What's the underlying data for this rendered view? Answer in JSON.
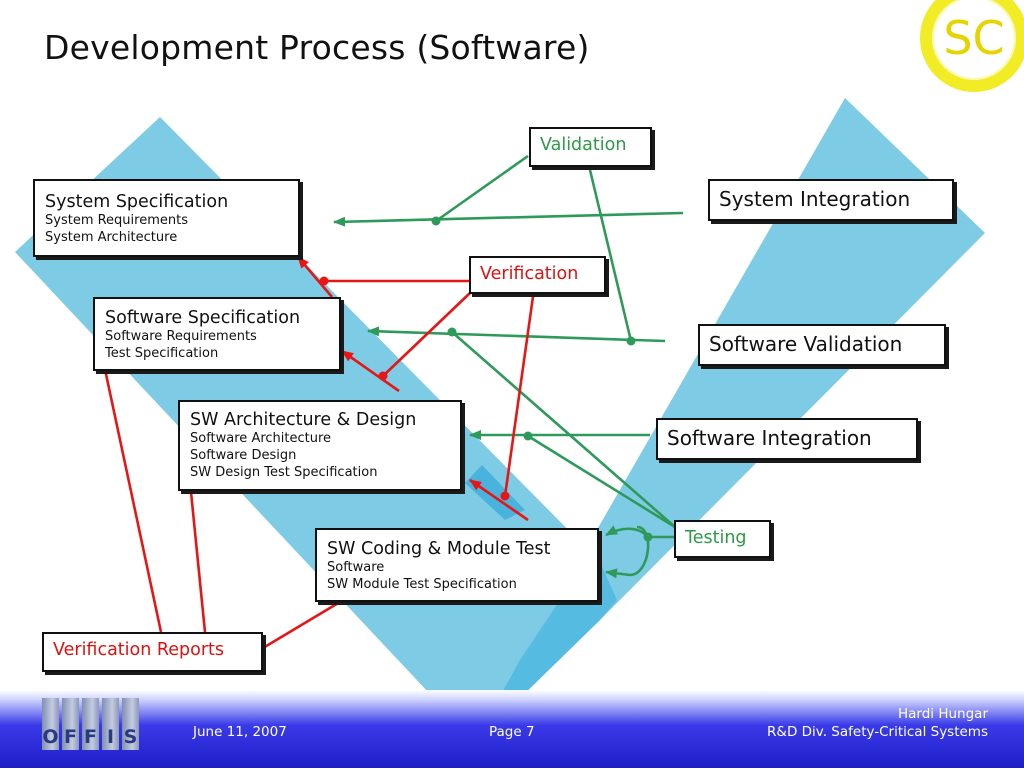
{
  "title": "Development Process (Software)",
  "logo": {
    "text": "SC",
    "ring_color": "#f4ef2a",
    "text_color": "#e6d200"
  },
  "boxes": {
    "system_spec": {
      "title": "System Specification",
      "lines": [
        "System Requirements",
        "System Architecture"
      ]
    },
    "software_spec": {
      "title": "Software Specification",
      "lines": [
        "Software Requirements",
        "Test Specification"
      ]
    },
    "sw_arch": {
      "title": "SW Architecture & Design",
      "lines": [
        "Software Architecture",
        "Software Design",
        "SW Design Test Specification"
      ]
    },
    "sw_coding": {
      "title": "SW Coding & Module Test",
      "lines": [
        "Software",
        "SW Module Test Specification"
      ]
    },
    "system_integration": "System Integration",
    "software_validation": "Software Validation",
    "software_integration": "Software Integration",
    "validation": "Validation",
    "verification": "Verification",
    "testing": "Testing",
    "verification_reports": "Verification Reports"
  },
  "colors": {
    "v_shape": "#7ecbe6",
    "v_overlap": "#4ab3dd",
    "green": "#2e9a5a",
    "red": "#e81515",
    "footer": "#2222d0"
  },
  "footer": {
    "logo_letters": [
      "O",
      "F",
      "F",
      "I",
      "S"
    ],
    "date": "June 11, 2007",
    "page": "Page 7",
    "author": "Hardi Hungar",
    "division": "R&D Div. Safety-Critical Systems"
  }
}
